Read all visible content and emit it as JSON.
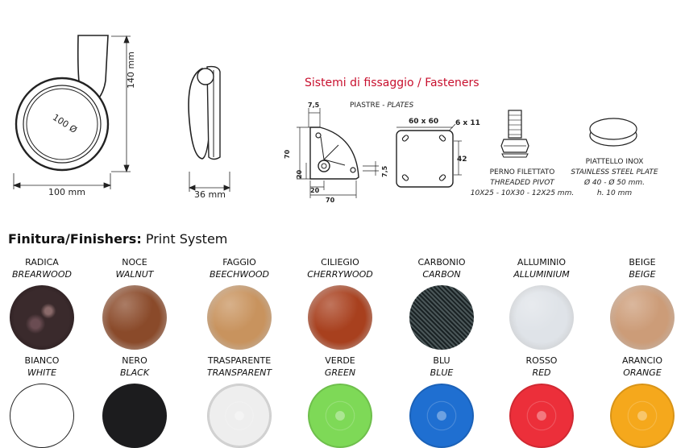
{
  "drawing": {
    "wheel_diameter_label": "100 Ø",
    "height_label": "140 mm",
    "width_label": "100 mm",
    "depth_label": "36 mm"
  },
  "fasteners": {
    "title": "Sistemi di fissaggio / Fasteners",
    "plates_label_it": "PIASTRE - ",
    "plates_label_en": "PLATES",
    "quarter_plate": {
      "dim_top": "7,5",
      "dim_left": "70",
      "dim_inner": "20",
      "dim_bottom_inner": "20",
      "dim_right": "7,5",
      "dim_bottom": "70"
    },
    "square_plate": {
      "size": "60 x 60",
      "hole": "6 x 11",
      "pitch": "42"
    },
    "pivot": {
      "name_it": "PERNO FILETTATO",
      "name_en": "THREADED PIVOT",
      "sizes": "10X25 - 10X30 - 12X25 mm."
    },
    "stainless_plate": {
      "name_it": "PIATTELLO INOX",
      "name_en": "STAINLESS STEEL PLATE",
      "diameter": "Ø 40 - Ø 50 mm.",
      "height": "h. 10 mm"
    }
  },
  "finishers": {
    "heading_bold": "Finitura/Finishers:",
    "heading_rest": " Print System",
    "row1": [
      {
        "it": "RADICA",
        "en": "BREARWOOD",
        "color": "#3a2a2c"
      },
      {
        "it": "NOCE",
        "en": "WALNUT",
        "color": "#8a4a2a"
      },
      {
        "it": "FAGGIO",
        "en": "BEECHWOOD",
        "color": "#c8935e"
      },
      {
        "it": "CILIEGIO",
        "en": "CHERRYWOOD",
        "color": "#a8401e"
      },
      {
        "it": "CARBONIO",
        "en": "CARBON",
        "color": "#2a3436"
      },
      {
        "it": "ALLUMINIO",
        "en": "ALLUMINIUM",
        "color": "#dfe3e8"
      },
      {
        "it": "BEIGE",
        "en": "BEIGE",
        "color": "#cc9c78"
      }
    ],
    "row2": [
      {
        "it": "BIANCO",
        "en": "WHITE",
        "color": "#ffffff"
      },
      {
        "it": "NERO",
        "en": "BLACK",
        "color": "#1c1c1e"
      },
      {
        "it": "TRASPARENTE",
        "en": "TRANSPARENT",
        "color": "#eeeeee"
      },
      {
        "it": "VERDE",
        "en": "GREEN",
        "color": "#7ed957"
      },
      {
        "it": "BLU",
        "en": "BLUE",
        "color": "#1f6fd1"
      },
      {
        "it": "ROSSO",
        "en": "RED",
        "color": "#ec2f3a"
      },
      {
        "it": "ARANCIO",
        "en": "ORANGE",
        "color": "#f5a81c"
      }
    ]
  }
}
